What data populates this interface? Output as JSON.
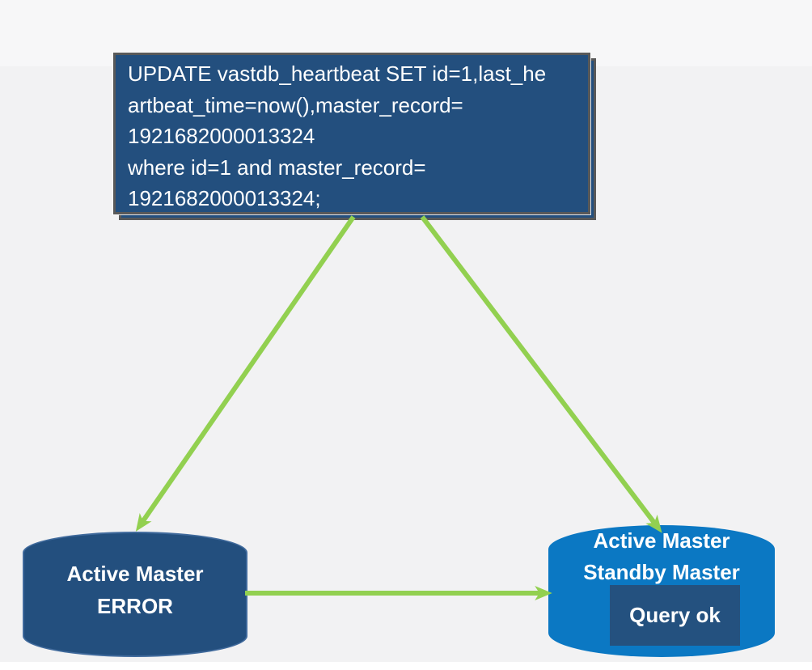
{
  "colors": {
    "canvas-bg": "#f2f2f3",
    "canvas-top-band": "#f7f7f8",
    "bottom-strip": "#ffffff",
    "dark-blue": "#234f7e",
    "bright-blue": "#0b78c3",
    "query-box-blue": "#24517f",
    "border-gray": "#595959",
    "arrow-green": "#92d050",
    "text-white": "#ffffff"
  },
  "sql_box": {
    "lines": [
      "UPDATE vastdb_heartbeat SET id=1,last_he",
      "artbeat_time=now(),master_record=",
      "1921682000013324",
      "where id=1 and master_record=",
      "1921682000013324;"
    ]
  },
  "nodes": {
    "error": {
      "lines": [
        "Active Master",
        "ERROR"
      ]
    },
    "standby": {
      "lines": [
        "Active Master",
        "Standby Master"
      ],
      "inner_label": "Query ok"
    }
  },
  "edges": [
    {
      "from": "sql-statement-box",
      "to": "node-active-master-error"
    },
    {
      "from": "sql-statement-box",
      "to": "node-active-master-standby"
    },
    {
      "from": "node-active-master-error",
      "to": "node-active-master-standby"
    }
  ]
}
